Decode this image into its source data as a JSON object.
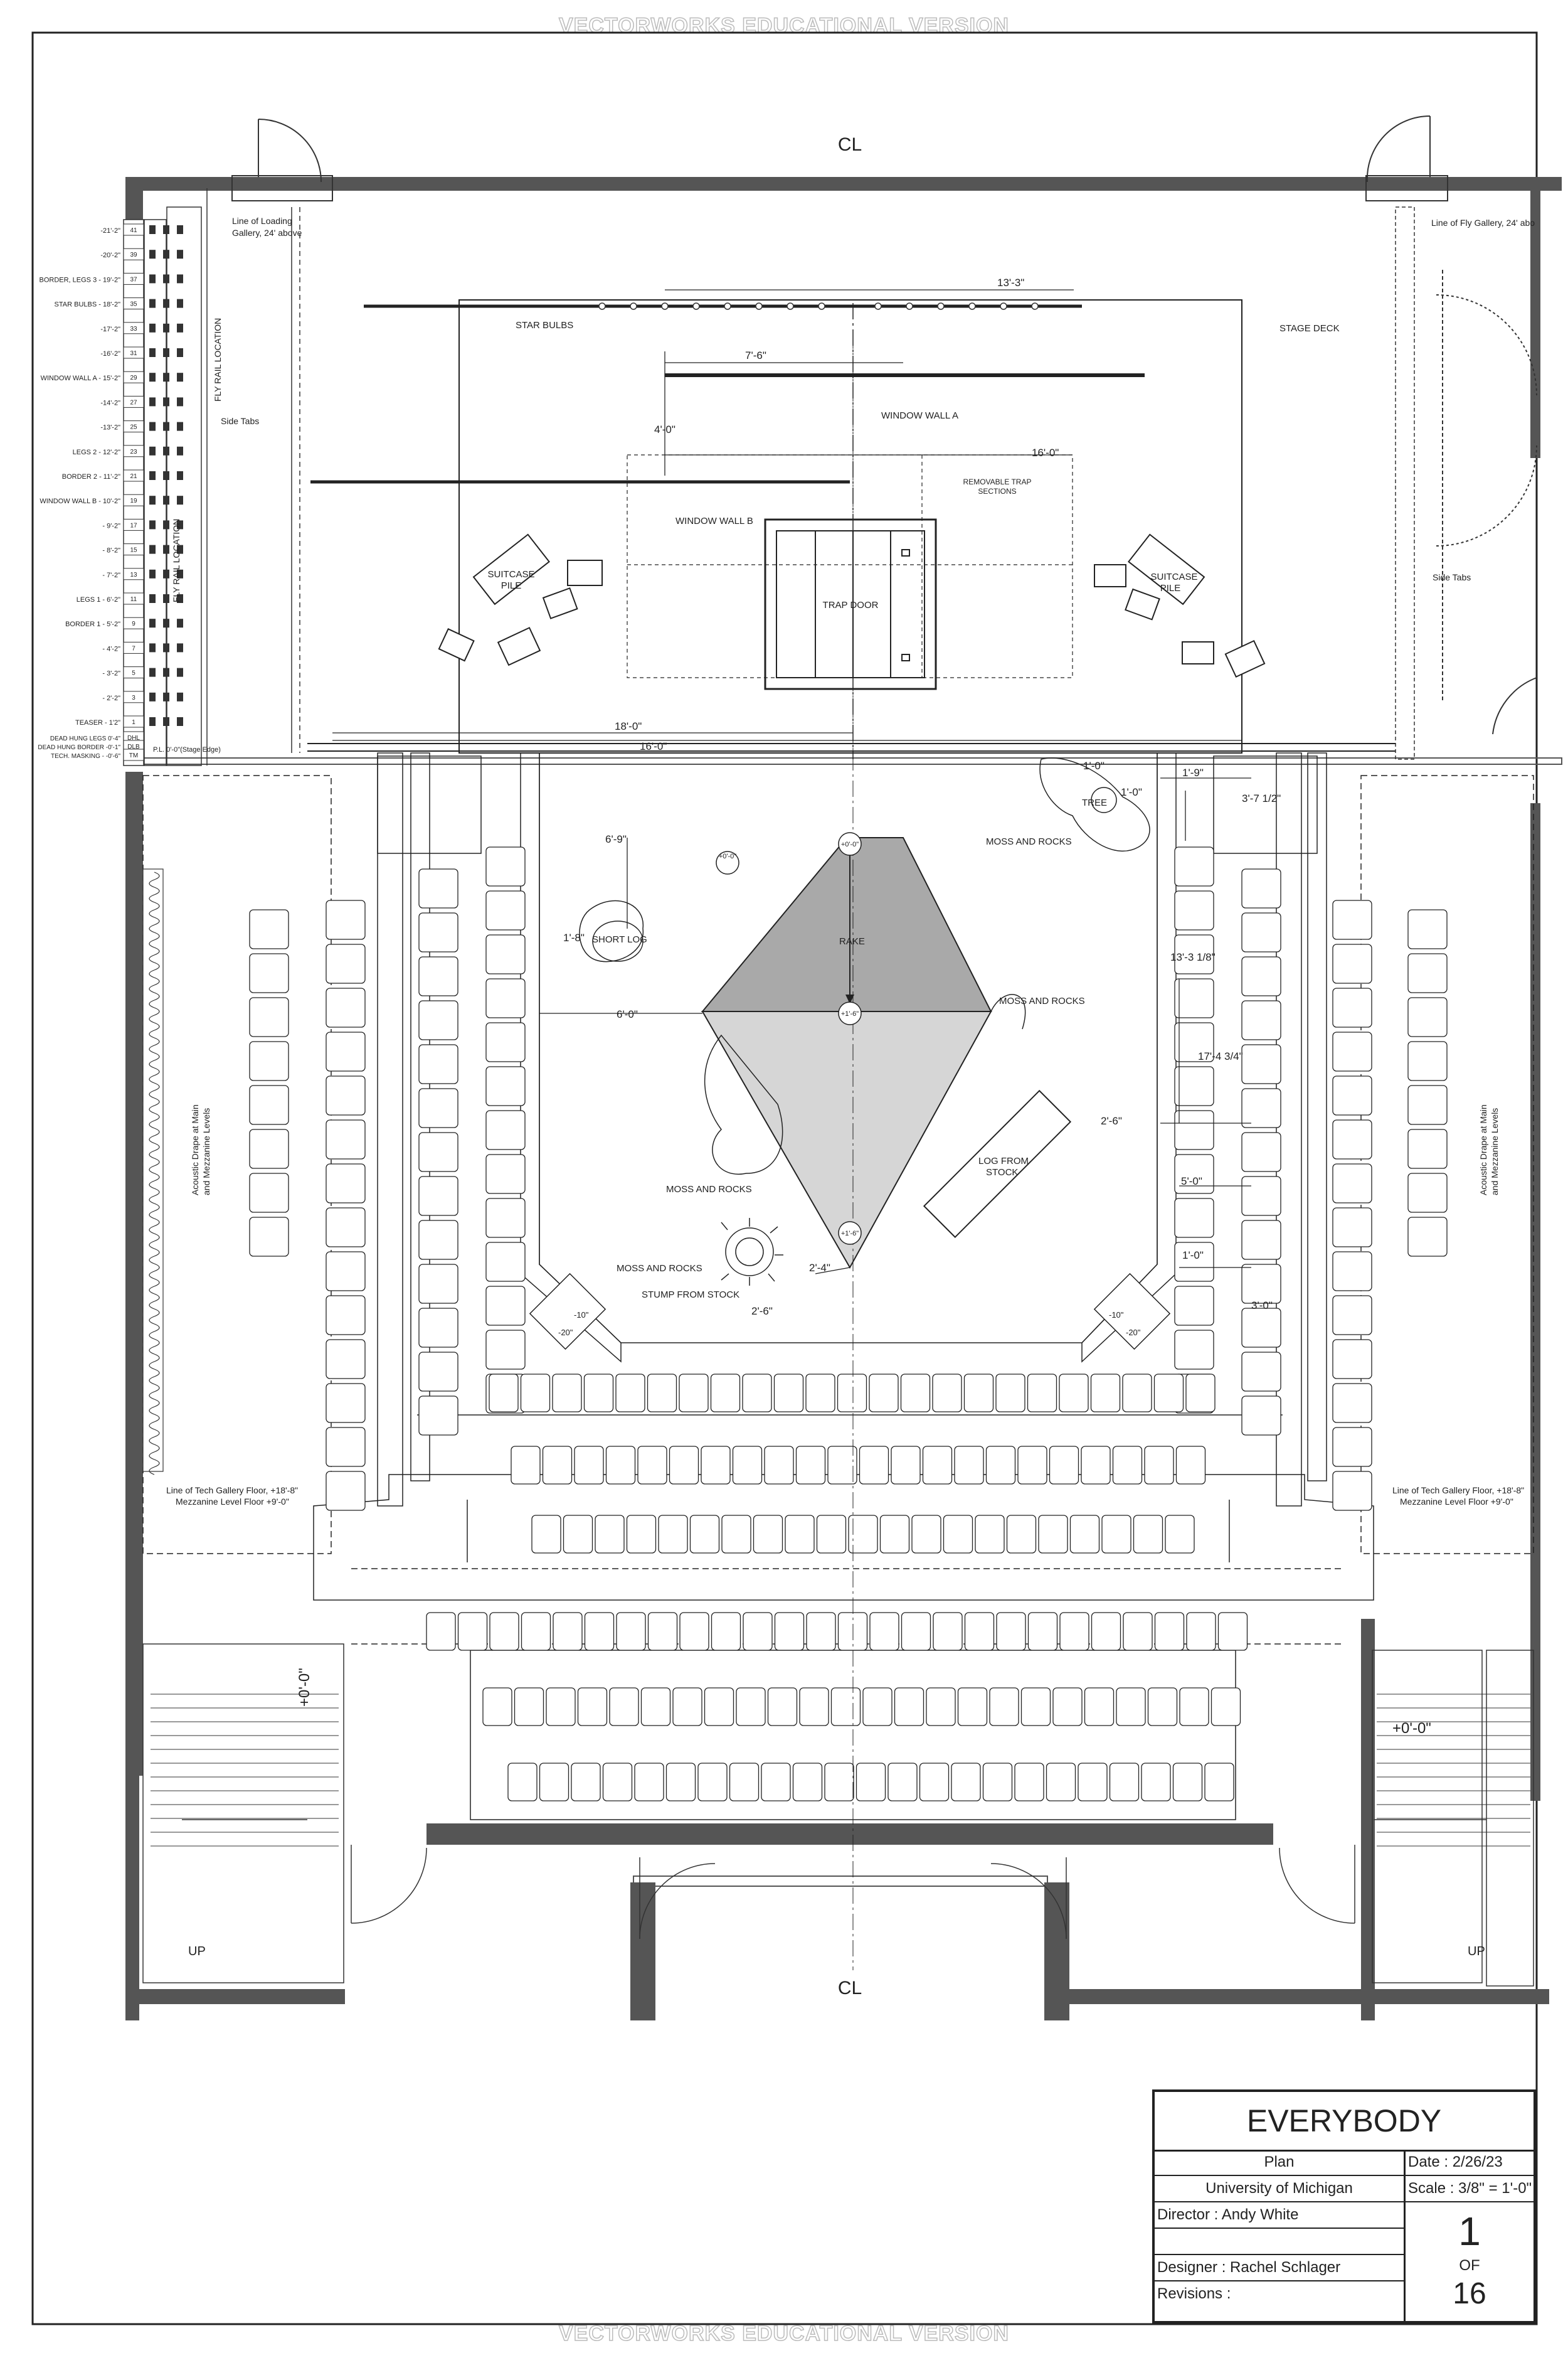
{
  "watermark": {
    "top": "VECTORWORKS EDUCATIONAL VERSION",
    "bottom": "VECTORWORKS EDUCATIONAL VERSION"
  },
  "centerline": {
    "top": "CL",
    "bottom": "CL"
  },
  "lineset": [
    {
      "label": "-21'-2\"",
      "num": "41"
    },
    {
      "label": "-20'-2\"",
      "num": "39"
    },
    {
      "label": "BORDER, LEGS 3 - 19'-2\"",
      "num": "37"
    },
    {
      "label": "STAR BULBS - 18'-2\"",
      "num": "35"
    },
    {
      "label": "-17'-2\"",
      "num": "33"
    },
    {
      "label": "-16'-2\"",
      "num": "31"
    },
    {
      "label": "WINDOW WALL A - 15'-2\"",
      "num": "29"
    },
    {
      "label": "-14'-2\"",
      "num": "27"
    },
    {
      "label": "-13'-2\"",
      "num": "25"
    },
    {
      "label": "LEGS 2 - 12'-2\"",
      "num": "23"
    },
    {
      "label": "BORDER 2 - 11'-2\"",
      "num": "21"
    },
    {
      "label": "WINDOW WALL B - 10'-2\"",
      "num": "19"
    },
    {
      "label": "- 9'-2\"",
      "num": "17"
    },
    {
      "label": "- 8'-2\"",
      "num": "15"
    },
    {
      "label": "- 7'-2\"",
      "num": "13"
    },
    {
      "label": "LEGS 1 - 6'-2\"",
      "num": "11"
    },
    {
      "label": "BORDER 1 - 5'-2\"",
      "num": "9"
    },
    {
      "label": "- 4'-2\"",
      "num": "7"
    },
    {
      "label": "- 3'-2\"",
      "num": "5"
    },
    {
      "label": "- 2'-2\"",
      "num": "3"
    },
    {
      "label": "TEASER - 1'2\"",
      "num": "1"
    }
  ],
  "lineset_footer": [
    {
      "label": "DEAD HUNG LEGS 0'-4\"",
      "num": "DHL"
    },
    {
      "label": "DEAD HUNG BORDER -0'-1\"",
      "num": "DLB"
    },
    {
      "label": "TECH. MASKING - -0'-6\"",
      "num": "TM"
    }
  ],
  "stage_edge": "P.L. 0'-0\"(Stage Edge)",
  "notes": {
    "loading_gallery_1": "Line of Loading",
    "loading_gallery_2": "Gallery, 24' above",
    "fly_gallery": "Line of Fly Gallery, 24' abo",
    "fly_rail": "FLY RAIL LOCATION",
    "fly_rail_2": "FLY RAIL LOCATION",
    "side_tabs_left": "Side Tabs",
    "side_tabs_right": "Side Tabs",
    "acoustic_left_1": "Acoustic Drape at Main",
    "acoustic_left_2": "and Mezzanine Levels",
    "acoustic_right_1": "Acoustic Drape at Main",
    "acoustic_right_2": "and Mezzanine Levels",
    "tech_gallery_left_1": "Line of Tech Gallery Floor, +18'-8\"",
    "tech_gallery_left_2": "Mezzanine Level Floor +9'-0\"",
    "tech_gallery_right_1": "Line of Tech Gallery Floor, +18'-8\"",
    "tech_gallery_right_2": "Mezzanine Level Floor +9'-0\"",
    "elev_left": "+0'-0\"",
    "elev_right": "+0'-0\"",
    "up_left": "UP",
    "up_right": "UP"
  },
  "scenery": {
    "star_bulbs": "STAR BULBS",
    "stage_deck": "STAGE DECK",
    "window_wall_a": "WINDOW WALL A",
    "window_wall_b": "WINDOW WALL B",
    "removable_trap_1": "REMOVABLE TRAP",
    "removable_trap_2": "SECTIONS",
    "trap_door": "TRAP DOOR",
    "suitcase_left_1": "SUITCASE",
    "suitcase_left_2": "PILE",
    "suitcase_right_1": "SUITCASE",
    "suitcase_right_2": "PILE",
    "tree": "TREE",
    "moss_rocks_1": "MOSS AND ROCKS",
    "moss_rocks_2": "MOSS AND ROCKS",
    "moss_rocks_3": "MOSS AND ROCKS",
    "moss_rocks_4": "MOSS AND ROCKS",
    "short_log": "SHORT LOG",
    "rake": "RAKE",
    "log_from_stock_1": "LOG FROM",
    "log_from_stock_2": "STOCK",
    "stump_from_stock": "STUMP FROM STOCK"
  },
  "dimensions": {
    "d13_3": "13'-3\"",
    "d7_6": "7'-6\"",
    "d4_0": "4'-0\"",
    "d16_0a": "16'-0\"",
    "d18_0": "18'-0\"",
    "d16_0b": "16'-0\"",
    "d1_0a": "1'-0\"",
    "d1_0b": "1'-0\"",
    "d1_9": "1'-9\"",
    "d3_7": "3'-7 1/2\"",
    "d6_9": "6'-9\"",
    "d1_8": "1'-8\"",
    "d6_0": "6'-0\"",
    "d13_3_1_8": "13'-3 1/8\"",
    "d17_4": "17'-4 3/4\"",
    "d2_6a": "2'-6\"",
    "d5_0": "5'-0\"",
    "d1_0c": "1'-0\"",
    "d3_0": "3'-0\"",
    "d2_4": "2'-4\"",
    "d2_6b": "2'-6\""
  },
  "elevations": {
    "e0": "+0'-0\"",
    "e1": "+0'-0\"",
    "e2": "+1'-6\"",
    "e3": "+1'-6\"",
    "v10l": "-10\"",
    "v20l": "-20\"",
    "v10r": "-10\"",
    "v20r": "-20\""
  },
  "title_block": {
    "show": "EVERYBODY",
    "drawing": "Plan",
    "date": "Date : 2/26/23",
    "org": "University of Michigan",
    "scale": "Scale : 3/8\" = 1'-0\"",
    "director": "Director :  Andy White",
    "designer": "Designer :  Rachel Schlager",
    "revisions": "Revisions :",
    "sheet": "1",
    "of": "OF",
    "total": "16"
  },
  "colors": {
    "wall": "#555555",
    "rake_upper": "#a9a9a9",
    "rake_lower": "#d6d6d6",
    "line": "#222222"
  }
}
